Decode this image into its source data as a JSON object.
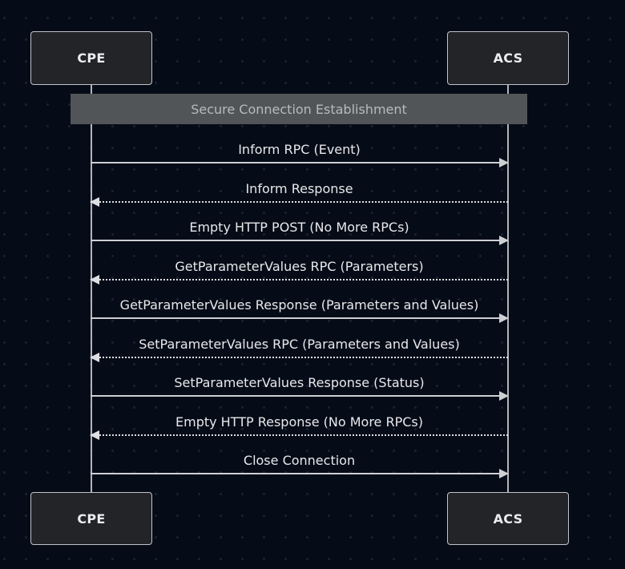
{
  "diagram": {
    "type": "sequence",
    "actors": [
      {
        "id": "cpe",
        "label": "CPE"
      },
      {
        "id": "acs",
        "label": "ACS"
      }
    ],
    "banner": {
      "label": "Secure Connection Establishment"
    },
    "messages": [
      {
        "from": "CPE",
        "to": "ACS",
        "direction": "right",
        "style": "solid",
        "label": "Inform RPC (Event)"
      },
      {
        "from": "ACS",
        "to": "CPE",
        "direction": "left",
        "style": "dashed",
        "label": "Inform Response"
      },
      {
        "from": "CPE",
        "to": "ACS",
        "direction": "right",
        "style": "solid",
        "label": "Empty HTTP POST (No More RPCs)"
      },
      {
        "from": "ACS",
        "to": "CPE",
        "direction": "left",
        "style": "dashed",
        "label": "GetParameterValues RPC (Parameters)"
      },
      {
        "from": "CPE",
        "to": "ACS",
        "direction": "right",
        "style": "solid",
        "label": "GetParameterValues Response (Parameters and Values)"
      },
      {
        "from": "ACS",
        "to": "CPE",
        "direction": "left",
        "style": "dashed",
        "label": "SetParameterValues RPC (Parameters and Values)"
      },
      {
        "from": "CPE",
        "to": "ACS",
        "direction": "right",
        "style": "solid",
        "label": "SetParameterValues Response (Status)"
      },
      {
        "from": "ACS",
        "to": "CPE",
        "direction": "left",
        "style": "dashed",
        "label": "Empty HTTP Response (No More RPCs)"
      },
      {
        "from": "CPE",
        "to": "ACS",
        "direction": "right",
        "style": "solid",
        "label": "Close Connection"
      }
    ],
    "colors": {
      "background": "#060b18",
      "actor_fill": "#232428",
      "actor_border": "#c0c3c6",
      "banner_fill": "#515558",
      "banner_text": "#b7babc",
      "message_text": "#e7e9ea",
      "arrow_line": "#ccd0d3"
    }
  }
}
